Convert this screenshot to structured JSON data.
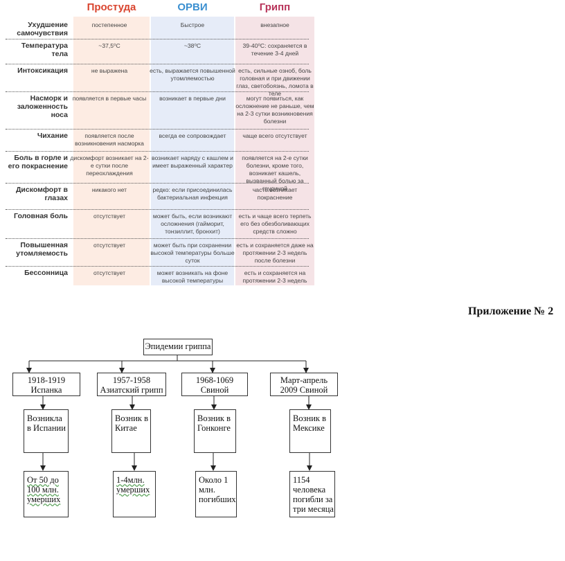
{
  "table": {
    "headers": [
      "Простуда",
      "ОРВИ",
      "Грипп"
    ],
    "rows": [
      {
        "label": "Ухудшение самочувствия",
        "cold": "постепенное",
        "arvi": "Быстрое",
        "flu": "внезапное"
      },
      {
        "label": "Температура тела",
        "cold": "~37,5⁰С",
        "arvi": "~38⁰С",
        "flu": "39-40⁰С: сохраняется в течение 3-4 дней"
      },
      {
        "label": "Интоксикация",
        "cold": "не выражена",
        "arvi": "есть, выражается повышенной утомляемостью",
        "flu": "есть, сильные озноб, боль головная и при движении глаз, светобоязнь, ломота в теле"
      },
      {
        "label": "Насморк и заложенность носа",
        "cold": "появляется в первые часы",
        "arvi": "возникает в первые дни",
        "flu": "могут появиться, как осложнение не раньше, чем на 2-3 сутки возникновения болезни"
      },
      {
        "label": "Чихание",
        "cold": "появляется после возникновения насморка",
        "arvi": "всегда ее сопровождает",
        "flu": "чаще всего отсутствует"
      },
      {
        "label": "Боль в горле и его покраснение",
        "cold": "дискомфорт возникает на 2-е сутки после переохлаждения",
        "arvi": "возникает наряду с кашлем и имеет выраженный характер",
        "flu": "появляется на 2-е сутки болезни, кроме того, возникает кашель, вызванный болью за грудиной"
      },
      {
        "label": "Дискомфорт в глазах",
        "cold": "никакого нет",
        "arvi": "редко: если присоединилась бактериальная инфекция",
        "flu": "часто возникает покраснение"
      },
      {
        "label": "Головная боль",
        "cold": "отсутствует",
        "arvi": "может быть, если возникают осложнения (гайморит, тонзиллит, бронхит)",
        "flu": "есть и чаще всего терпеть его без обезболивающих средств сложно"
      },
      {
        "label": "Повышенная утомляемость",
        "cold": "отсутствует",
        "arvi": "может быть при сохранении высокой температуры больше суток",
        "flu": "есть и сохраняется даже на протяжении 2-3 недель после болезни"
      },
      {
        "label": "Бессонница",
        "cold": "отсутствует",
        "arvi": "может возникать на фоне высокой температуры",
        "flu": "есть и сохраняется на протяжении 2-3 недель"
      }
    ]
  },
  "appendix": {
    "title": "Приложение № 2"
  },
  "diagram": {
    "root": "Эпидемии гриппа",
    "branches": [
      {
        "period": "1918-1919",
        "name": "Испанка",
        "origin": "Возникла в Испании",
        "deaths": "От 50 до 100 млн. умерших"
      },
      {
        "period": "1957-1958",
        "name": "Азиатский грипп",
        "origin": "Возник в Китае",
        "deaths": "1-4млн. умерших"
      },
      {
        "period": "1968-1069",
        "name": "Свиной",
        "origin": "Возник в Гонконге",
        "deaths": "Около 1 млн. погибших"
      },
      {
        "period": "Март-апрель",
        "name": "2009 Свиной",
        "origin": "Возник в Мексике",
        "deaths": "1154 человека погибли за три месяца"
      }
    ]
  },
  "colors": {
    "cold_bg": "#fdece3",
    "arvi_bg": "#e6ecf8",
    "flu_bg": "#f5e3e6",
    "cold_title": "#d9442e",
    "arvi_title": "#3a8fd0",
    "flu_title": "#b8345a"
  }
}
